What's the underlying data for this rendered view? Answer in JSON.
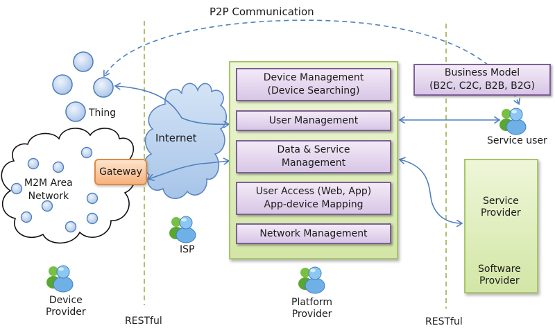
{
  "title": "P2P Communication",
  "boundaries": [
    {
      "label": "RESTful"
    },
    {
      "label": "RESTful"
    }
  ],
  "things": {
    "label": "Thing"
  },
  "m2m_network": {
    "label_line1": "M2M Area",
    "label_line2": "Network"
  },
  "gateway": {
    "label": "Gateway"
  },
  "internet": {
    "label": "Internet"
  },
  "isp": {
    "label": "ISP"
  },
  "device_provider": {
    "line1": "Device",
    "line2": "Provider"
  },
  "platform": {
    "modules": [
      {
        "line1": "Device Management",
        "line2": "(Device Searching)"
      },
      {
        "line1": "User Management",
        "line2": ""
      },
      {
        "line1": "Data & Service",
        "line2": "Management"
      },
      {
        "line1": "User Access (Web, App)",
        "line2": "App-device Mapping"
      },
      {
        "line1": "Network Management",
        "line2": ""
      }
    ],
    "provider": {
      "line1": "Platform",
      "line2": "Provider"
    }
  },
  "business_model": {
    "line1": "Business Model",
    "line2": "(B2C, C2C, B2B, B2G)"
  },
  "service_user": {
    "label": "Service user"
  },
  "providers": [
    {
      "line1": "Service",
      "line2": "Provider"
    },
    {
      "line1": "Software",
      "line2": "Provider"
    }
  ],
  "colors": {
    "arrow": "#4f7fbd",
    "boundary": "#9bb04e",
    "module_fill": "#e2d3ec",
    "module_border": "#7d5f97",
    "platform_fill": "#e3efc2",
    "gateway_fill": "#f8c79c",
    "internet_fill": "#b8d2ee",
    "node_fill": "#c4d7f0"
  }
}
